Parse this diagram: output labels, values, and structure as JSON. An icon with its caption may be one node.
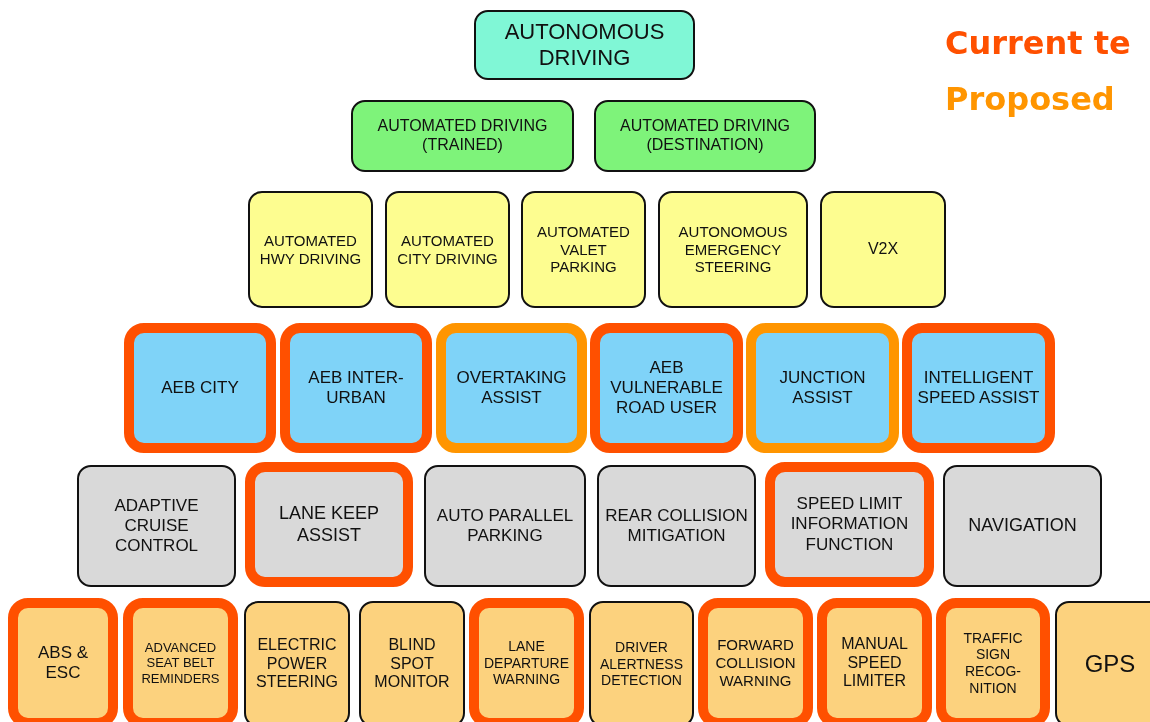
{
  "diagram": {
    "nodes": [
      {
        "text": [
          "AUTONOMOUS DRIVING"
        ]
      },
      {
        "text": [
          "AUTOMATED DRIVING (TRAINED)"
        ]
      },
      {
        "text": [
          "AUTOMATED DRIVING (DESTINATION)"
        ]
      },
      {
        "text": [
          "AUTOMATED HWY DRIVING"
        ]
      },
      {
        "text": [
          "AUTOMATED CITY DRIVING"
        ]
      },
      {
        "text": [
          "AUTOMATED VALET PARKING"
        ]
      },
      {
        "text": [
          "AUTONOMOUS EMERGENCY STEERING"
        ]
      },
      {
        "text": [
          "V2X"
        ]
      },
      {
        "text": [
          "AEB CITY"
        ]
      },
      {
        "text": [
          "AEB INTER-URBAN"
        ]
      },
      {
        "text": [
          "OVERTAKING ASSIST"
        ]
      },
      {
        "text": [
          "AEB VULNERABLE ROAD USER"
        ]
      },
      {
        "text": [
          "JUNCTION ASSIST"
        ]
      },
      {
        "text": [
          "INTELLIGENT SPEED ASSIST"
        ]
      },
      {
        "text": [
          "ADAPTIVE CRUISE CONTROL"
        ]
      },
      {
        "text": [
          "LANE KEEP ASSIST"
        ]
      },
      {
        "text": [
          "AUTO PARALLEL PARKING"
        ]
      },
      {
        "text": [
          "REAR COLLISION MITIGATION"
        ]
      },
      {
        "text": [
          "SPEED LIMIT INFORMATION FUNCTION"
        ]
      },
      {
        "text": [
          "NAVIGATION"
        ]
      },
      {
        "text": [
          "ABS & ESC"
        ]
      },
      {
        "text": [
          "ADVANCED SEAT BELT REMINDERS"
        ]
      },
      {
        "text": [
          "ELECTRIC POWER STEERING"
        ]
      },
      {
        "text": [
          "BLIND SPOT MONITOR"
        ]
      },
      {
        "text": [
          "LANE DEPARTURE WARNING"
        ]
      },
      {
        "text": [
          "DRIVER ALERTNESS DETECTION"
        ]
      },
      {
        "text": [
          "FORWARD COLLISION WARNING"
        ]
      },
      {
        "text": [
          "MANUAL SPEED LIMITER"
        ]
      },
      {
        "text": [
          "TRAFFIC SIGN RECOG-NITION"
        ]
      },
      {
        "text": [
          "GPS"
        ]
      }
    ],
    "edges": [],
    "legend": [
      {
        "text": "Current te",
        "color": "#ff5000"
      },
      {
        "text": "Proposed",
        "color": "#ff9500"
      }
    ]
  }
}
